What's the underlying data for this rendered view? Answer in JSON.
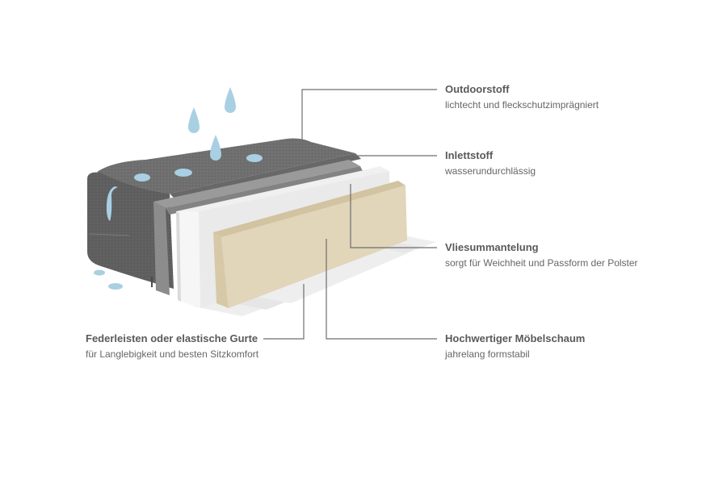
{
  "callouts": {
    "outdoorstoff": {
      "title": "Outdoorstoff",
      "description": "lichtecht und fleckschutzimprägniert"
    },
    "inlettstoff": {
      "title": "Inlettstoff",
      "description": "wasserundurchlässig"
    },
    "vliesummantelung": {
      "title": "Vliesummantelung",
      "description": "sorgt für Weichheit und Passform der Polster"
    },
    "moebelschaum": {
      "title": "Hochwertiger Möbelschaum",
      "description": "jahrelang formstabil"
    },
    "federleisten": {
      "title": "Federleisten oder elastische Gurte",
      "description": "für Langlebigkeit und besten Sitzkomfort"
    }
  },
  "colors": {
    "fabric": "#6f6f6f",
    "fabric_dark": "#5c5c5c",
    "inlett": "#8c8c8c",
    "vlies": "#f4f4f4",
    "foam": "#e1d5ba",
    "water": "#a9cfe3",
    "leader_line": "#6e6e6e",
    "title_text": "#5a5a5a",
    "desc_text": "#666666"
  },
  "icons": [
    "water-drop-icon"
  ]
}
